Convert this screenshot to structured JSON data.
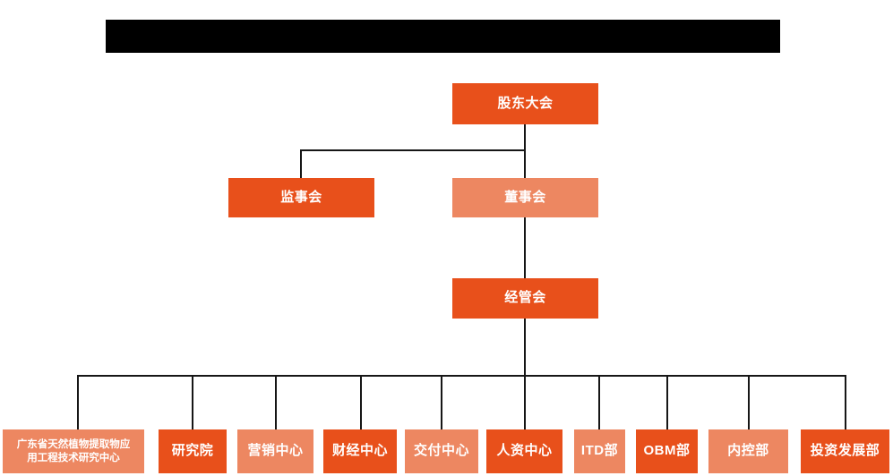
{
  "banner": {
    "name": "redacted-title-banner",
    "text": "",
    "color": "#000000"
  },
  "colors": {
    "accent_dark": "#E8501B",
    "accent_light": "#ED8761",
    "line": "#161616",
    "background": "#FFFFFF",
    "node_text": "#FFFFFF"
  },
  "chart_data": {
    "type": "diagram",
    "subtype": "org-chart",
    "title": "",
    "levels": [
      {
        "level": 1,
        "nodes": [
          {
            "id": "shareholders",
            "label": "股东大会",
            "tone": "dark"
          }
        ]
      },
      {
        "level": 2,
        "nodes": [
          {
            "id": "supervisory-board",
            "label": "监事会",
            "tone": "dark"
          },
          {
            "id": "board-of-directors",
            "label": "董事会",
            "tone": "light"
          }
        ]
      },
      {
        "level": 3,
        "nodes": [
          {
            "id": "management-committee",
            "label": "经管会",
            "tone": "dark"
          }
        ]
      },
      {
        "level": 4,
        "nodes": [
          {
            "id": "research-center-gd",
            "label": "广东省天然植物提取物应用工程技术研究中心",
            "tone": "light"
          },
          {
            "id": "research-institute",
            "label": "研究院",
            "tone": "dark"
          },
          {
            "id": "marketing-center",
            "label": "营销中心",
            "tone": "light"
          },
          {
            "id": "finance-center",
            "label": "财经中心",
            "tone": "dark"
          },
          {
            "id": "delivery-center",
            "label": "交付中心",
            "tone": "light"
          },
          {
            "id": "hr-center",
            "label": "人资中心",
            "tone": "dark"
          },
          {
            "id": "itd-department",
            "label": "ITD部",
            "tone": "light"
          },
          {
            "id": "obm-department",
            "label": "OBM部",
            "tone": "dark"
          },
          {
            "id": "internal-control-department",
            "label": "内控部",
            "tone": "light"
          },
          {
            "id": "investment-development-department",
            "label": "投资发展部",
            "tone": "dark"
          }
        ]
      }
    ],
    "edges": [
      {
        "from": "shareholders",
        "to": "supervisory-board"
      },
      {
        "from": "shareholders",
        "to": "board-of-directors"
      },
      {
        "from": "board-of-directors",
        "to": "management-committee"
      },
      {
        "from": "management-committee",
        "to": "research-center-gd"
      },
      {
        "from": "management-committee",
        "to": "research-institute"
      },
      {
        "from": "management-committee",
        "to": "marketing-center"
      },
      {
        "from": "management-committee",
        "to": "finance-center"
      },
      {
        "from": "management-committee",
        "to": "delivery-center"
      },
      {
        "from": "management-committee",
        "to": "hr-center"
      },
      {
        "from": "management-committee",
        "to": "itd-department"
      },
      {
        "from": "management-committee",
        "to": "obm-department"
      },
      {
        "from": "management-committee",
        "to": "internal-control-department"
      },
      {
        "from": "management-committee",
        "to": "investment-development-department"
      }
    ]
  },
  "nodes": {
    "shareholders": {
      "label": "股东大会"
    },
    "supervisory_board": {
      "label": "监事会"
    },
    "board_of_directors": {
      "label": "董事会"
    },
    "management_committee": {
      "label": "经管会"
    },
    "research_center_gd": {
      "line1": "广东省天然植物提取物应",
      "line2": "用工程技术研究中心"
    },
    "research_institute": {
      "label": "研究院"
    },
    "marketing_center": {
      "label": "营销中心"
    },
    "finance_center": {
      "label": "财经中心"
    },
    "delivery_center": {
      "label": "交付中心"
    },
    "hr_center": {
      "label": "人资中心"
    },
    "itd_department": {
      "label": "ITD部"
    },
    "obm_department": {
      "label": "OBM部"
    },
    "internal_control_department": {
      "label": "内控部"
    },
    "investment_development_department": {
      "label": "投资发展部"
    }
  }
}
